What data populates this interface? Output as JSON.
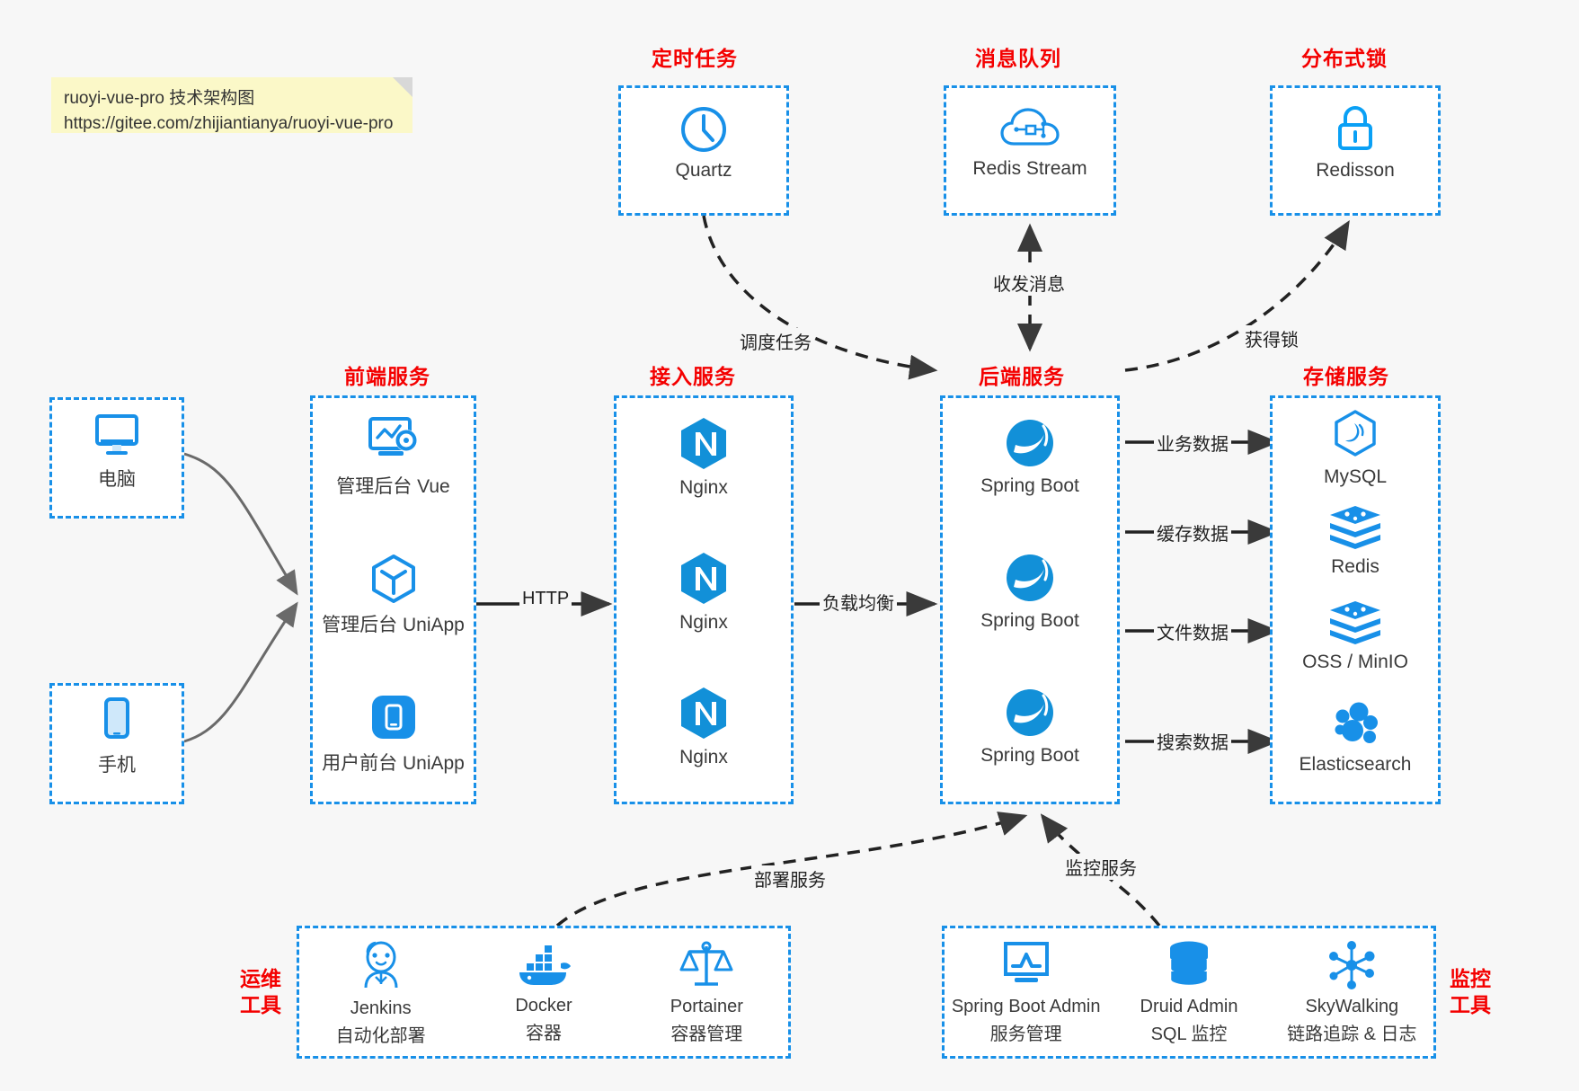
{
  "note": {
    "line1": "ruoyi-vue-pro 技术架构图",
    "line2": "https://gitee.com/zhijiantianya/ruoyi-vue-pro"
  },
  "colors": {
    "accent": "#1890e8",
    "group_title": "#f40000",
    "background": "#f7f7f7",
    "node_fill": "#ffffff",
    "edge": "#3a3a3a",
    "note_bg": "#fbf8c8"
  },
  "groups": {
    "scheduler": {
      "title": "定时任务"
    },
    "mq": {
      "title": "消息队列"
    },
    "lock": {
      "title": "分布式锁"
    },
    "frontend": {
      "title": "前端服务"
    },
    "gateway": {
      "title": "接入服务"
    },
    "backend": {
      "title": "后端服务"
    },
    "storage": {
      "title": "存储服务"
    },
    "devops": {
      "title_line1": "运维",
      "title_line2": "工具"
    },
    "monitor": {
      "title_line1": "监控",
      "title_line2": "工具"
    }
  },
  "nodes": {
    "clients": [
      {
        "label": "电脑",
        "icon": "monitor-icon"
      },
      {
        "label": "手机",
        "icon": "phone-icon"
      }
    ],
    "scheduler": [
      {
        "label": "Quartz",
        "icon": "clock-icon"
      }
    ],
    "mq": [
      {
        "label": "Redis Stream",
        "icon": "cloud-network-icon"
      }
    ],
    "lock": [
      {
        "label": "Redisson",
        "icon": "padlock-icon"
      }
    ],
    "frontend": [
      {
        "label": "管理后台 Vue",
        "icon": "dashboard-gear-icon"
      },
      {
        "label": "管理后台 UniApp",
        "icon": "cube-icon"
      },
      {
        "label": "用户前台 UniApp",
        "icon": "mobile-app-icon"
      }
    ],
    "gateway": [
      {
        "label": "Nginx",
        "icon": "nginx-icon"
      },
      {
        "label": "Nginx",
        "icon": "nginx-icon"
      },
      {
        "label": "Nginx",
        "icon": "nginx-icon"
      }
    ],
    "backend": [
      {
        "label": "Spring Boot",
        "icon": "spring-boot-icon"
      },
      {
        "label": "Spring Boot",
        "icon": "spring-boot-icon"
      },
      {
        "label": "Spring Boot",
        "icon": "spring-boot-icon"
      }
    ],
    "storage": [
      {
        "label": "MySQL",
        "icon": "mysql-icon"
      },
      {
        "label": "Redis",
        "icon": "redis-icon"
      },
      {
        "label": "OSS / MinIO",
        "icon": "minio-icon"
      },
      {
        "label": "Elasticsearch",
        "icon": "elasticsearch-icon"
      }
    ],
    "devops": [
      {
        "label": "Jenkins",
        "sublabel": "自动化部署",
        "icon": "jenkins-icon"
      },
      {
        "label": "Docker",
        "sublabel": "容器",
        "icon": "docker-icon"
      },
      {
        "label": "Portainer",
        "sublabel": "容器管理",
        "icon": "portainer-icon"
      }
    ],
    "monitor": [
      {
        "label": "Spring Boot Admin",
        "sublabel": "服务管理",
        "icon": "monitor-chart-icon"
      },
      {
        "label": "Druid Admin",
        "sublabel": "SQL 监控",
        "icon": "database-icon"
      },
      {
        "label": "SkyWalking",
        "sublabel": "链路追踪 & 日志",
        "icon": "skywalking-icon"
      }
    ]
  },
  "edges": [
    {
      "label": "HTTP",
      "from": "frontend",
      "to": "gateway"
    },
    {
      "label": "负载均衡",
      "from": "gateway",
      "to": "backend"
    },
    {
      "label": "调度任务",
      "from": "scheduler",
      "to": "backend"
    },
    {
      "label": "收发消息",
      "from": "backend",
      "to": "mq"
    },
    {
      "label": "获得锁",
      "from": "backend",
      "to": "lock"
    },
    {
      "label": "业务数据",
      "from": "backend",
      "to": "storage"
    },
    {
      "label": "缓存数据",
      "from": "backend",
      "to": "storage"
    },
    {
      "label": "文件数据",
      "from": "backend",
      "to": "storage"
    },
    {
      "label": "搜索数据",
      "from": "backend",
      "to": "storage"
    },
    {
      "label": "部署服务",
      "from": "devops",
      "to": "backend"
    },
    {
      "label": "监控服务",
      "from": "monitor",
      "to": "backend"
    }
  ]
}
